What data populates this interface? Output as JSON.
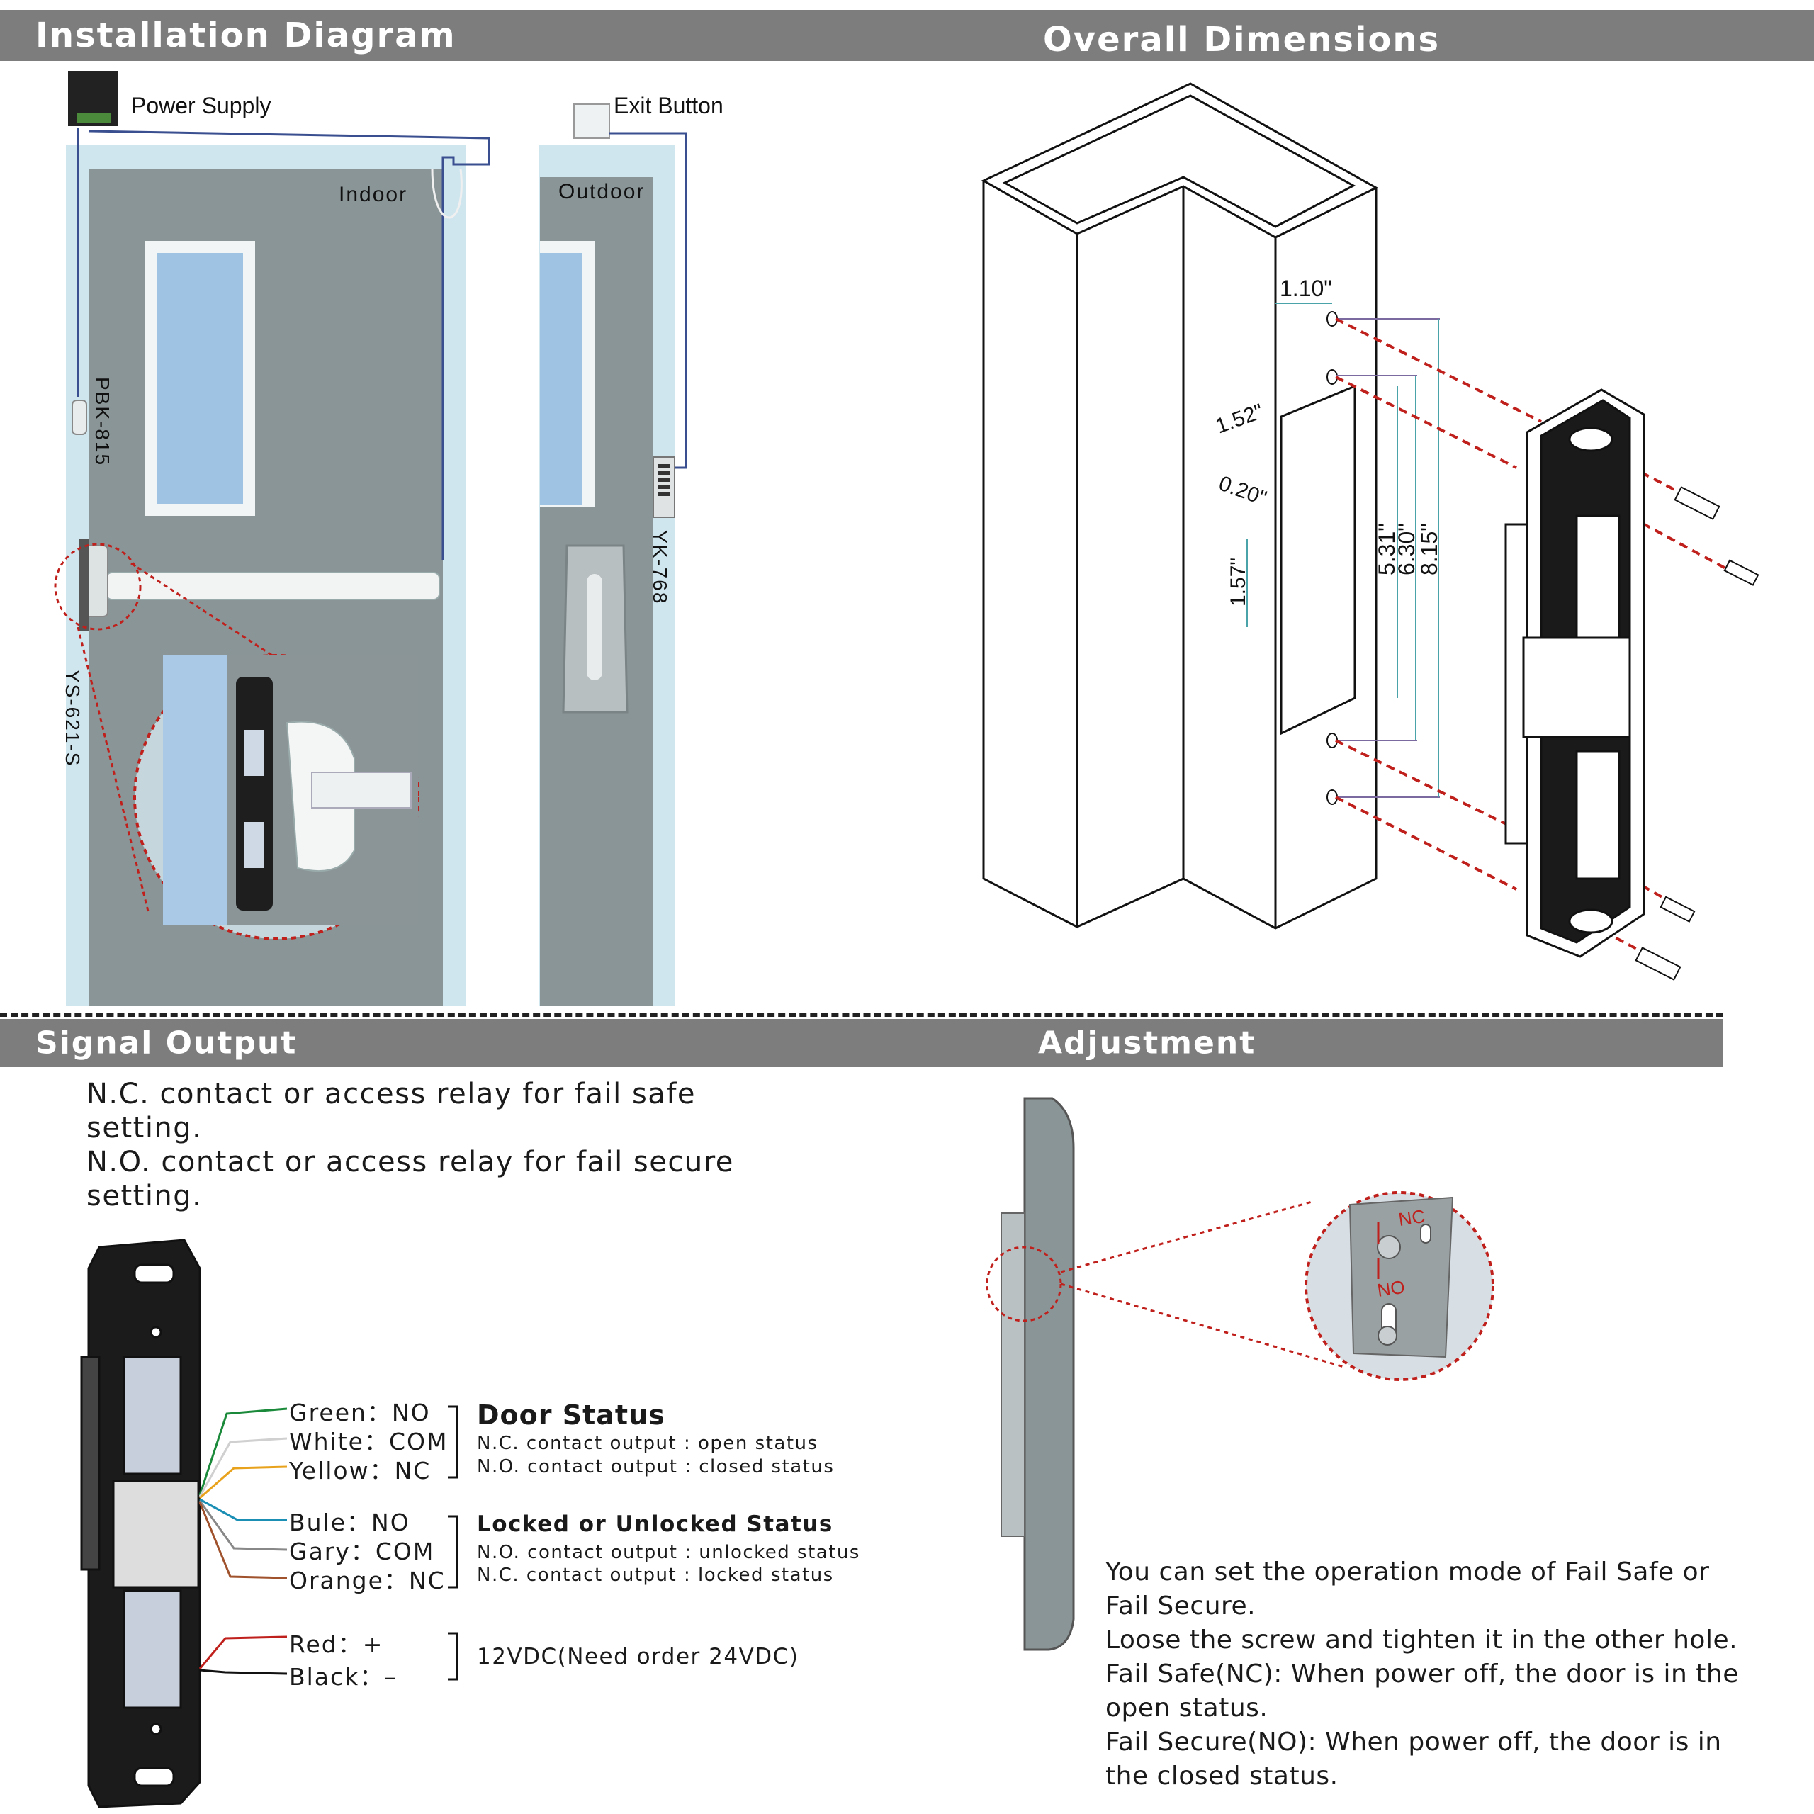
{
  "headers": {
    "installation": "Installation Diagram",
    "dimensions": "Overall Dimensions",
    "signal": "Signal Output",
    "adjustment": "Adjustment"
  },
  "install": {
    "power_supply": "Power Supply",
    "exit_button": "Exit Button",
    "indoor": "Indoor",
    "outdoor": "Outdoor",
    "pbk": "PBK-815",
    "yk": "YK-768",
    "ys": "YS-621-S"
  },
  "dimensions": {
    "d1": "1.10\"",
    "d2": "1.52\"",
    "d3": "0.20\"",
    "d4": "1.57\"",
    "d5": "5.31\"",
    "d6": "6.30\"",
    "d7": "8.15\""
  },
  "signal": {
    "note": [
      "N.C. contact or access relay for fail safe",
      "setting.",
      "N.O. contact or access relay for fail secure",
      "setting."
    ],
    "wires": [
      {
        "label": "Green：NO",
        "color": "#1a8a3a"
      },
      {
        "label": "White：COM",
        "color": "#d8d8d8"
      },
      {
        "label": "Yellow：NC",
        "color": "#e8a21c"
      },
      {
        "label": "Bule：NO",
        "color": "#1c8fb4"
      },
      {
        "label": "Gary：COM",
        "color": "#888888"
      },
      {
        "label": "Orange：NC",
        "color": "#a0522d"
      },
      {
        "label": "Red：+",
        "color": "#c0201c"
      },
      {
        "label": "Black：–",
        "color": "#111111"
      }
    ],
    "door_status": {
      "title": "Door Status",
      "lines": [
        "N.C. contact output : open status",
        "N.O. contact output : closed status"
      ]
    },
    "lock_status": {
      "title": "Locked or Unlocked Status",
      "lines": [
        "N.O. contact output : unlocked status",
        "N.C. contact output : locked status"
      ]
    },
    "power": "12VDC(Need order 24VDC)"
  },
  "adjustment": {
    "nc": "NC",
    "no": "NO",
    "note": [
      "You can set the operation mode of Fail Safe or",
      "Fail Secure.",
      "Loose the screw and tighten it in the other hole.",
      "Fail Safe(NC): When power off, the door is in the",
      "open status.",
      "Fail Secure(NO): When power off, the door is in",
      "the closed status."
    ]
  }
}
